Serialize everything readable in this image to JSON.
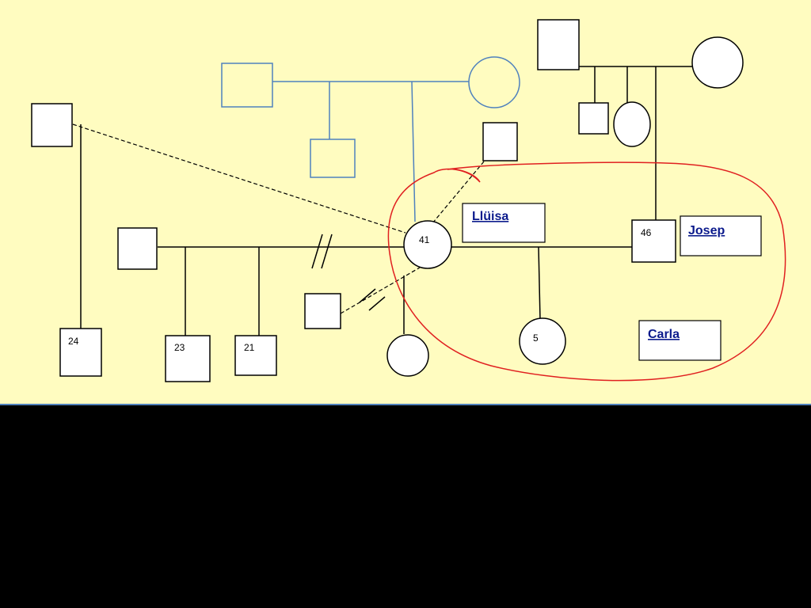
{
  "colors": {
    "background": "#fffcc0",
    "lower_panel": "#000000",
    "line": "#000000",
    "blue_line": "#4f81bd",
    "highlight": "#e02020",
    "name_text": "#0b1a8c"
  },
  "ages": {
    "woman_center": "41",
    "man_right": "46",
    "girl": "5",
    "son_left": "24",
    "son_mid_a": "23",
    "son_mid_b": "21"
  },
  "names": {
    "woman": "Llüisa",
    "man": "Josep",
    "girl": "Carla"
  }
}
